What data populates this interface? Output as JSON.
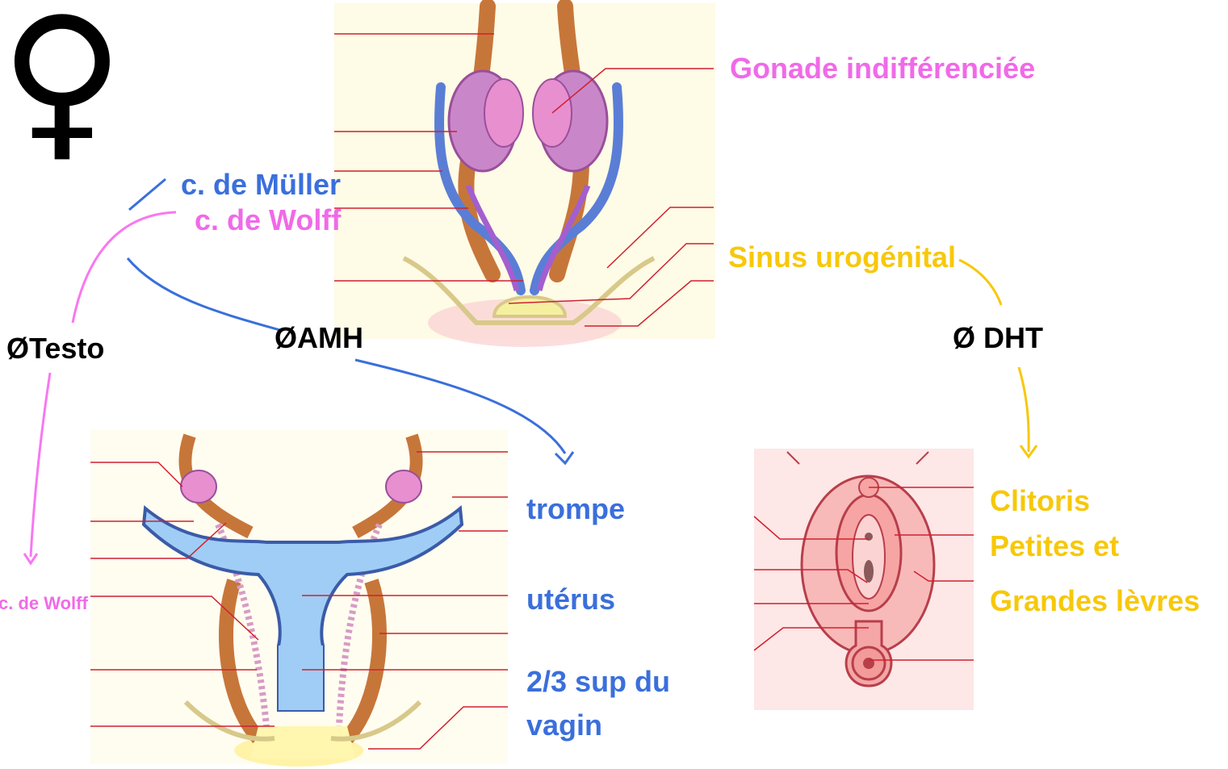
{
  "symbol": "♀",
  "labels": {
    "gonade": "Gonade indifférenciée",
    "muller": "c. de Müller",
    "wolff_top": "c. de Wolff",
    "sinus": "Sinus urogénital",
    "testo": "ØTesto",
    "amh": "ØAMH",
    "dht": "Ø DHT",
    "wolff_bottom": "c. de Wolff",
    "trompe": "trompe",
    "uterus": "utérus",
    "vagin_line1": "2/3 sup du",
    "vagin_line2": "vagin",
    "clitoris": "Clitoris",
    "petites": "Petites et",
    "grandes": "Grandes lèvres"
  },
  "colors": {
    "pink": "#f06ae8",
    "blue": "#3a6fdc",
    "gold": "#f7c80a",
    "leader": "#d0202e"
  }
}
